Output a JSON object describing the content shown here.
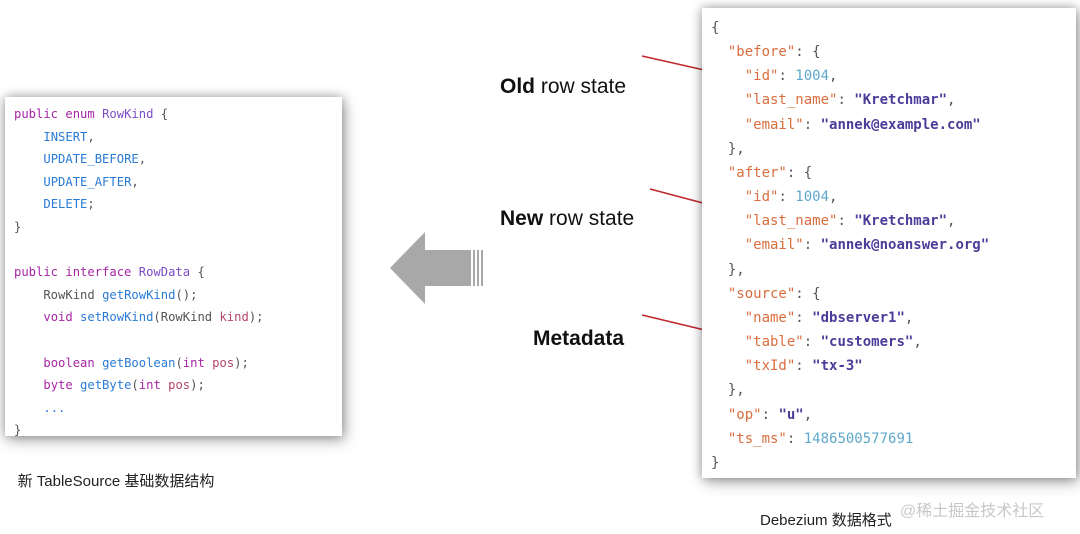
{
  "left_code": {
    "lines": [
      [
        [
          "kw",
          "public enum "
        ],
        [
          "ty",
          "RowKind"
        ],
        [
          "pn",
          " {"
        ]
      ],
      [
        [
          "pn",
          "    "
        ],
        [
          "cs",
          "INSERT"
        ],
        [
          "pn",
          ","
        ]
      ],
      [
        [
          "pn",
          "    "
        ],
        [
          "cs",
          "UPDATE_BEFORE"
        ],
        [
          "pn",
          ","
        ]
      ],
      [
        [
          "pn",
          "    "
        ],
        [
          "cs",
          "UPDATE_AFTER"
        ],
        [
          "pn",
          ","
        ]
      ],
      [
        [
          "pn",
          "    "
        ],
        [
          "cs",
          "DELETE"
        ],
        [
          "pn",
          ";"
        ]
      ],
      [
        [
          "pn",
          "}"
        ]
      ],
      [
        [
          "pn",
          ""
        ]
      ],
      [
        [
          "kw",
          "public interface "
        ],
        [
          "ty",
          "RowData"
        ],
        [
          "pn",
          " {"
        ]
      ],
      [
        [
          "pn",
          "    RowKind "
        ],
        [
          "fn",
          "getRowKind"
        ],
        [
          "pn",
          "();"
        ]
      ],
      [
        [
          "pn",
          "    "
        ],
        [
          "kw",
          "void "
        ],
        [
          "fn",
          "setRowKind"
        ],
        [
          "pn",
          "(RowKind "
        ],
        [
          "prm",
          "kind"
        ],
        [
          "pn",
          ");"
        ]
      ],
      [
        [
          "pn",
          ""
        ]
      ],
      [
        [
          "pn",
          "    "
        ],
        [
          "kw",
          "boolean "
        ],
        [
          "fn",
          "getBoolean"
        ],
        [
          "pn",
          "("
        ],
        [
          "kw",
          "int "
        ],
        [
          "prm",
          "pos"
        ],
        [
          "pn",
          ");"
        ]
      ],
      [
        [
          "pn",
          "    "
        ],
        [
          "kw",
          "byte "
        ],
        [
          "fn",
          "getByte"
        ],
        [
          "pn",
          "("
        ],
        [
          "kw",
          "int "
        ],
        [
          "prm",
          "pos"
        ],
        [
          "pn",
          ");"
        ]
      ],
      [
        [
          "pn",
          "    "
        ],
        [
          "fn",
          "..."
        ]
      ],
      [
        [
          "pn",
          "}"
        ]
      ]
    ]
  },
  "right_code": {
    "lines": [
      [
        [
          "pn",
          "{"
        ]
      ],
      [
        [
          "pn",
          "  "
        ],
        [
          "key",
          "\"before\""
        ],
        [
          "pn",
          ": {"
        ]
      ],
      [
        [
          "pn",
          "    "
        ],
        [
          "key",
          "\"id\""
        ],
        [
          "pn",
          ": "
        ],
        [
          "num",
          "1004"
        ],
        [
          "pn",
          ","
        ]
      ],
      [
        [
          "pn",
          "    "
        ],
        [
          "key",
          "\"last_name\""
        ],
        [
          "pn",
          ": "
        ],
        [
          "str",
          "\"Kretchmar\""
        ],
        [
          "pn",
          ","
        ]
      ],
      [
        [
          "pn",
          "    "
        ],
        [
          "key",
          "\"email\""
        ],
        [
          "pn",
          ": "
        ],
        [
          "str",
          "\"annek@example.com\""
        ]
      ],
      [
        [
          "pn",
          "  },"
        ]
      ],
      [
        [
          "pn",
          "  "
        ],
        [
          "key",
          "\"after\""
        ],
        [
          "pn",
          ": {"
        ]
      ],
      [
        [
          "pn",
          "    "
        ],
        [
          "key",
          "\"id\""
        ],
        [
          "pn",
          ": "
        ],
        [
          "num",
          "1004"
        ],
        [
          "pn",
          ","
        ]
      ],
      [
        [
          "pn",
          "    "
        ],
        [
          "key",
          "\"last_name\""
        ],
        [
          "pn",
          ": "
        ],
        [
          "str",
          "\"Kretchmar\""
        ],
        [
          "pn",
          ","
        ]
      ],
      [
        [
          "pn",
          "    "
        ],
        [
          "key",
          "\"email\""
        ],
        [
          "pn",
          ": "
        ],
        [
          "str",
          "\"annek@noanswer.org\""
        ]
      ],
      [
        [
          "pn",
          "  },"
        ]
      ],
      [
        [
          "pn",
          "  "
        ],
        [
          "key",
          "\"source\""
        ],
        [
          "pn",
          ": {"
        ]
      ],
      [
        [
          "pn",
          "    "
        ],
        [
          "key",
          "\"name\""
        ],
        [
          "pn",
          ": "
        ],
        [
          "str",
          "\"dbserver1\""
        ],
        [
          "pn",
          ","
        ]
      ],
      [
        [
          "pn",
          "    "
        ],
        [
          "key",
          "\"table\""
        ],
        [
          "pn",
          ": "
        ],
        [
          "str",
          "\"customers\""
        ],
        [
          "pn",
          ","
        ]
      ],
      [
        [
          "pn",
          "    "
        ],
        [
          "key",
          "\"txId\""
        ],
        [
          "pn",
          ": "
        ],
        [
          "str",
          "\"tx-3\""
        ]
      ],
      [
        [
          "pn",
          "  },"
        ]
      ],
      [
        [
          "pn",
          "  "
        ],
        [
          "key",
          "\"op\""
        ],
        [
          "pn",
          ": "
        ],
        [
          "str",
          "\"u\""
        ],
        [
          "pn",
          ","
        ]
      ],
      [
        [
          "pn",
          "  "
        ],
        [
          "key",
          "\"ts_ms\""
        ],
        [
          "pn",
          ": "
        ],
        [
          "num",
          "1486500577691"
        ]
      ],
      [
        [
          "pn",
          "}"
        ]
      ]
    ]
  },
  "labels": {
    "old_bold": "Old",
    "old_rest": " row state",
    "new_bold": "New",
    "new_rest": " row state",
    "metadata": "Metadata"
  },
  "captions": {
    "left": "新 TableSource 基础数据结构",
    "right": "Debezium 数据格式"
  },
  "watermark": "@稀土掘金技术社区",
  "colors": {
    "annotation_arrow": "#c0282e",
    "big_arrow": "#a8a8a8"
  }
}
